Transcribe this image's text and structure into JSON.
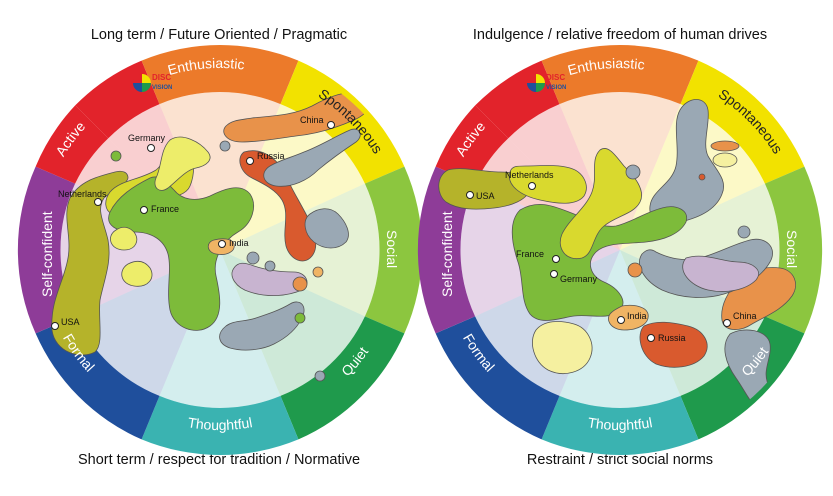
{
  "colors": {
    "active": "#e2232b",
    "enthusiastic": "#ec7a2a",
    "spontaneous": "#f2e200",
    "social": "#8cc63f",
    "quiet": "#1f9a4c",
    "thoughtful": "#3ab3b1",
    "formal": "#1f4f9c",
    "self_confident": "#8e3c98"
  },
  "logo": {
    "line1": "DISC",
    "line2": "VISION"
  },
  "left": {
    "top_caption": "Long term / Future Oriented / Pragmatic",
    "bottom_caption": "Short term / respect for tradition / Normative",
    "segments": {
      "active": "Active",
      "enthusiastic": "Enthusiastic",
      "spontaneous": "Spontaneous",
      "social": "Social",
      "quiet": "Quiet",
      "thoughtful": "Thoughtful",
      "formal": "Formal",
      "self_confident": "Self-confident"
    },
    "countries": [
      "China",
      "Russia",
      "Germany",
      "Netherlands",
      "France",
      "India",
      "USA"
    ]
  },
  "right": {
    "top_caption": "Indulgence / relative freedom of human drives",
    "bottom_caption": "Restraint / strict social norms",
    "segments": {
      "active": "Active",
      "enthusiastic": "Enthusiastic",
      "spontaneous": "Spontaneous",
      "social": "Social",
      "quiet": "Quiet",
      "thoughtful": "Thoughtful",
      "formal": "Formal",
      "self_confident": "Self-confident"
    },
    "countries": [
      "Netherlands",
      "USA",
      "France",
      "Germany",
      "India",
      "Russia",
      "China"
    ]
  }
}
